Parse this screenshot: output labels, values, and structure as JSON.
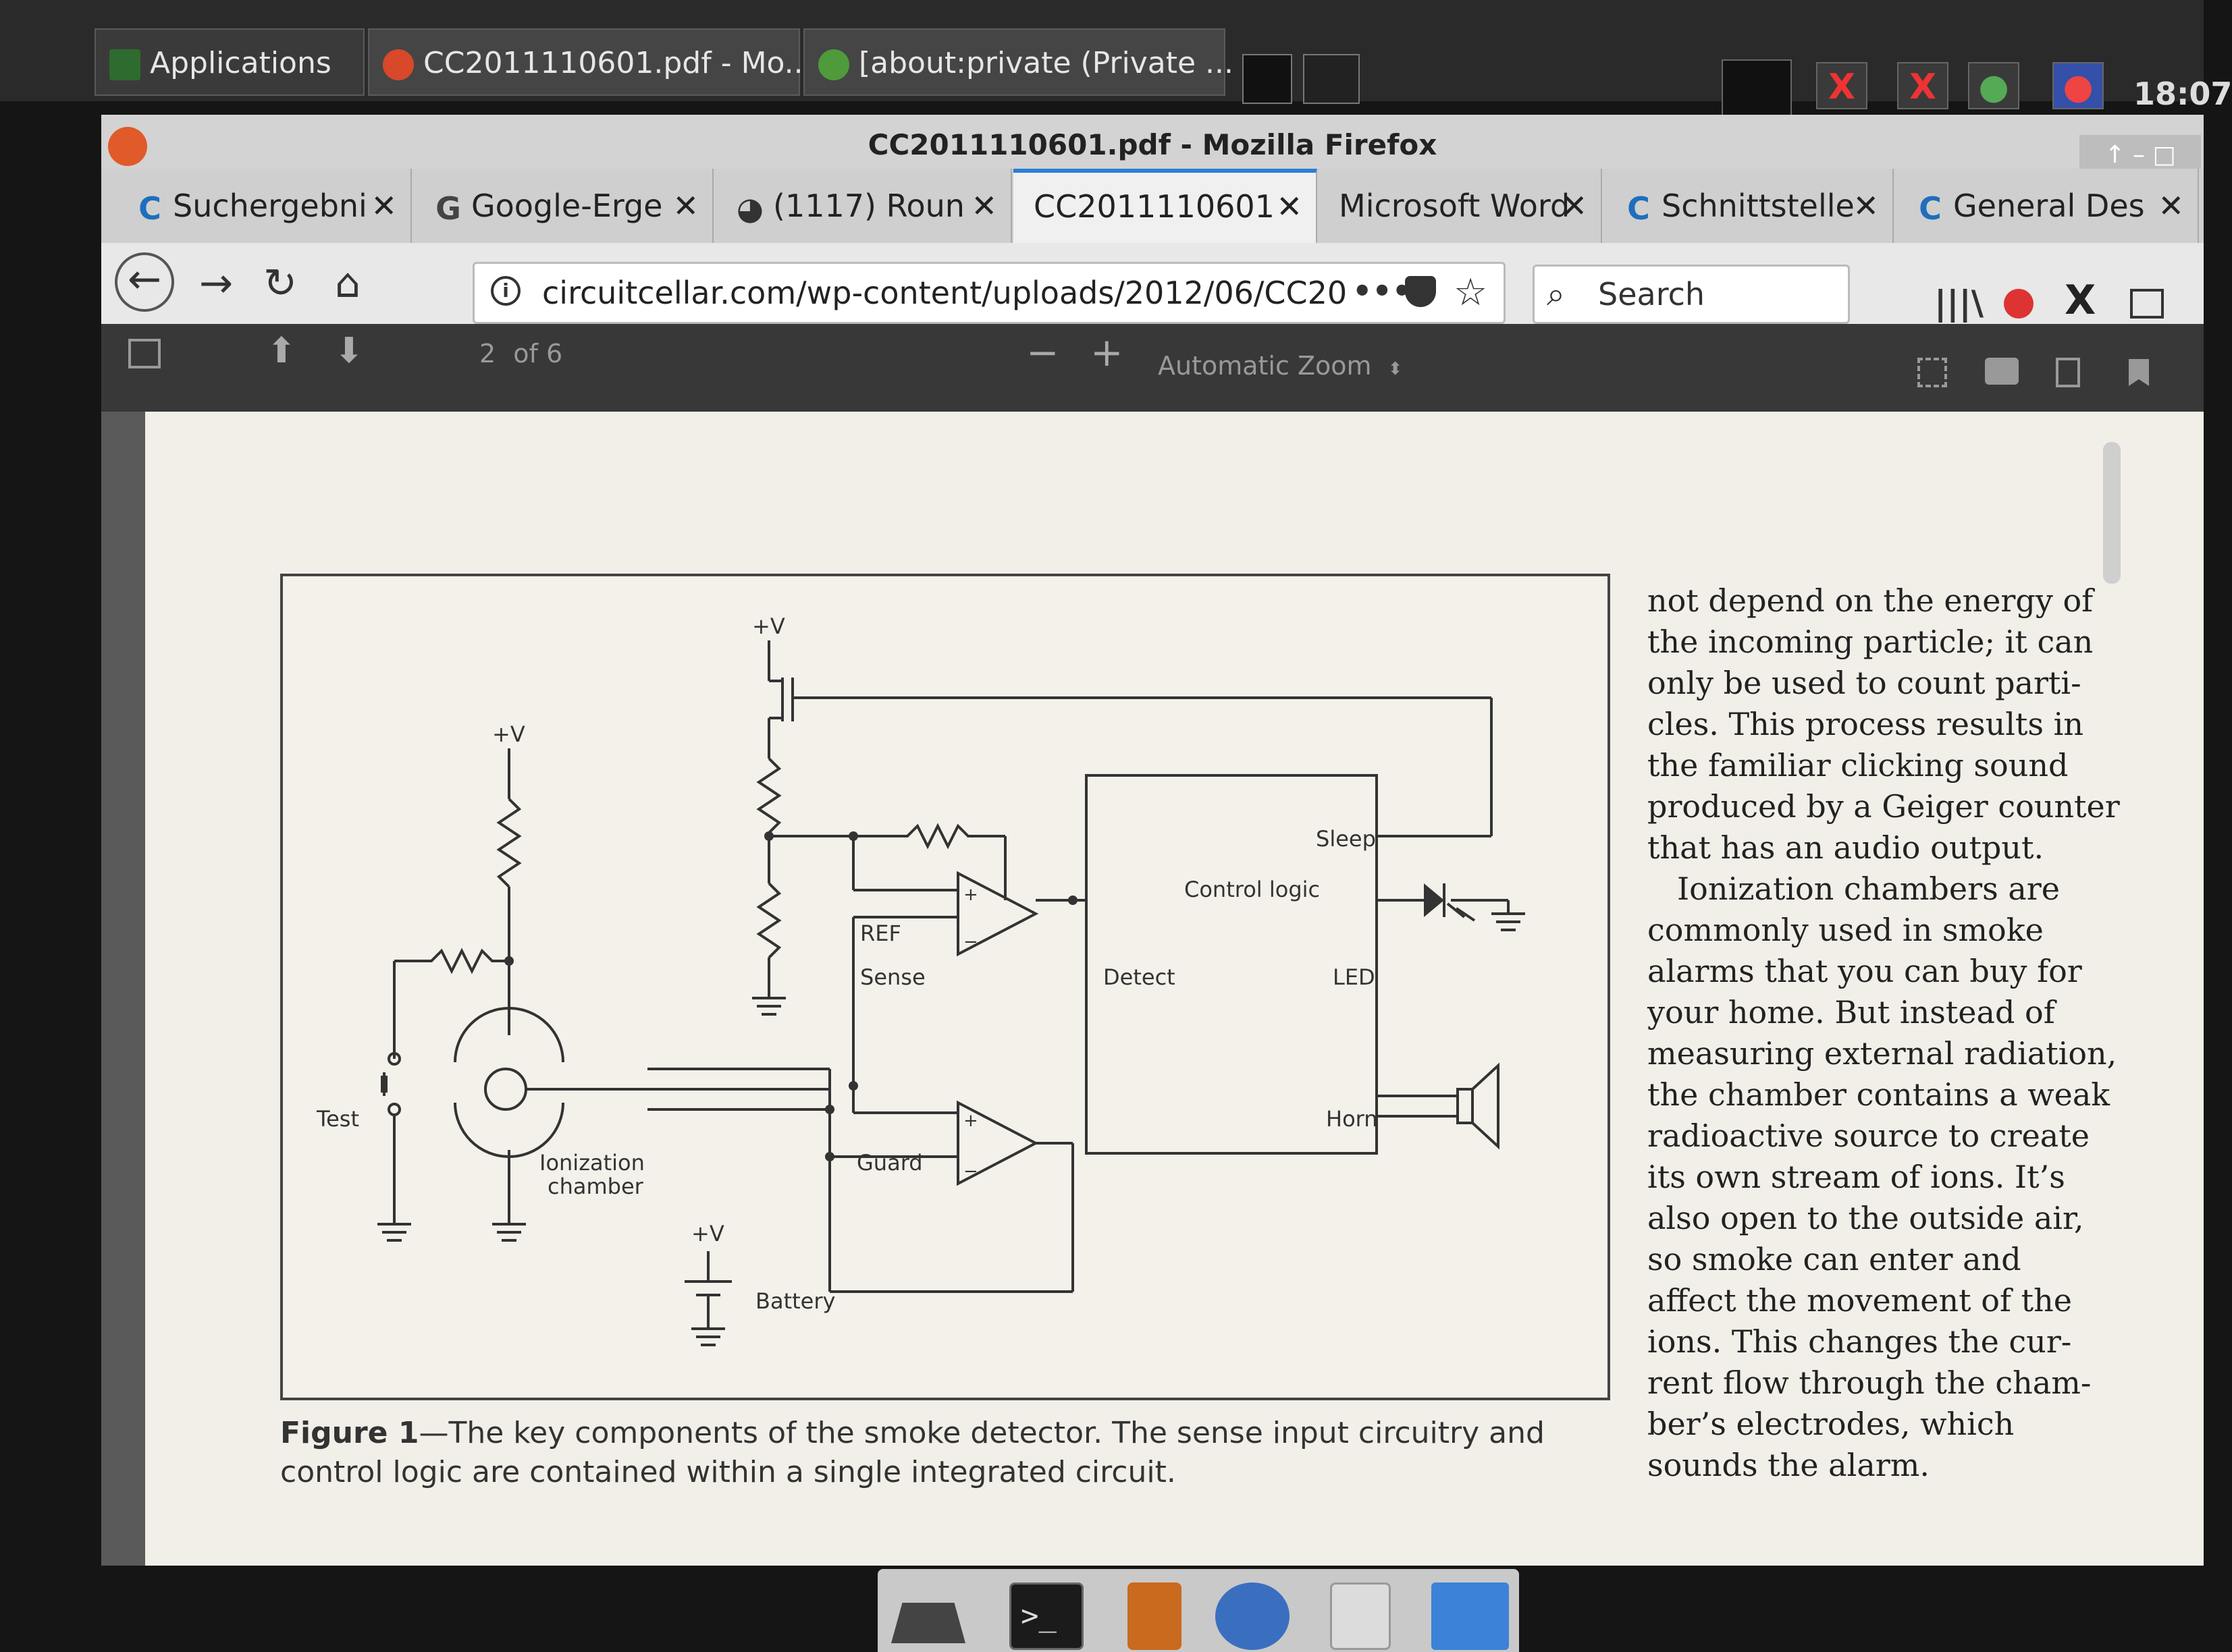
{
  "panel": {
    "applications_label": "Applications",
    "tasks": [
      {
        "label": "CC2011110601.pdf - Mo..."
      },
      {
        "label": "[about:private (Private ..."
      }
    ],
    "clock": "18:07"
  },
  "window": {
    "title": "CC2011110601.pdf - Mozilla Firefox"
  },
  "tabs": [
    {
      "label": "Suchergebni",
      "icon": "c-icon"
    },
    {
      "label": "Google-Erge",
      "icon": "google-icon"
    },
    {
      "label": "(1117) Roun",
      "icon": "reddit-icon"
    },
    {
      "label": "CC2011110601",
      "icon": "",
      "active": true
    },
    {
      "label": "Microsoft Word",
      "icon": ""
    },
    {
      "label": "Schnittstelle",
      "icon": "c-icon"
    },
    {
      "label": "General Des",
      "icon": "c-icon"
    }
  ],
  "navbar": {
    "url": "circuitcellar.com/wp-content/uploads/2012/06/CC20",
    "search_placeholder": "Search"
  },
  "pdf_toolbar": {
    "page_number": "2",
    "page_count": "of 6",
    "zoom": "Automatic Zoom"
  },
  "figure": {
    "labels": {
      "v1": "+V",
      "v2": "+V",
      "v3": "+V",
      "ref": "REF",
      "sense": "Sense",
      "guard": "Guard",
      "test": "Test",
      "ionization_1": "Ionization",
      "ionization_2": "chamber",
      "battery": "Battery",
      "control_logic": "Control logic",
      "sleep": "Sleep",
      "detect": "Detect",
      "led": "LED",
      "horn": "Horn",
      "plus1": "+",
      "minus1": "−",
      "plus2": "+",
      "minus2": "−"
    },
    "caption_bold": "Figure 1",
    "caption_text": "—The key components of the smoke detector. The sense input circuitry and control logic are contained within a single integrated circuit."
  },
  "body_lines": [
    "not depend on the energy of",
    "the incoming particle; it can",
    "only be used to count parti-",
    "cles. This process results in",
    "the familiar clicking sound",
    "produced by a Geiger counter",
    "that has an audio output.",
    "Ionization chambers are",
    "commonly used in smoke",
    "alarms that you can buy for",
    "your home. But instead of",
    "measuring external radiation,",
    "the chamber contains a weak",
    "radioactive source to create",
    "its own stream of ions. It’s",
    "also open to the outside air,",
    "so smoke can enter and",
    "affect the movement of the",
    "ions. This changes the cur-",
    "rent flow through the cham-",
    "ber’s electrodes, which",
    "sounds the alarm."
  ],
  "colors": {
    "tab_active_accent": "#2a7fd6",
    "panel_bg": "#2a2a2a",
    "page_bg": "#f1efe8"
  }
}
